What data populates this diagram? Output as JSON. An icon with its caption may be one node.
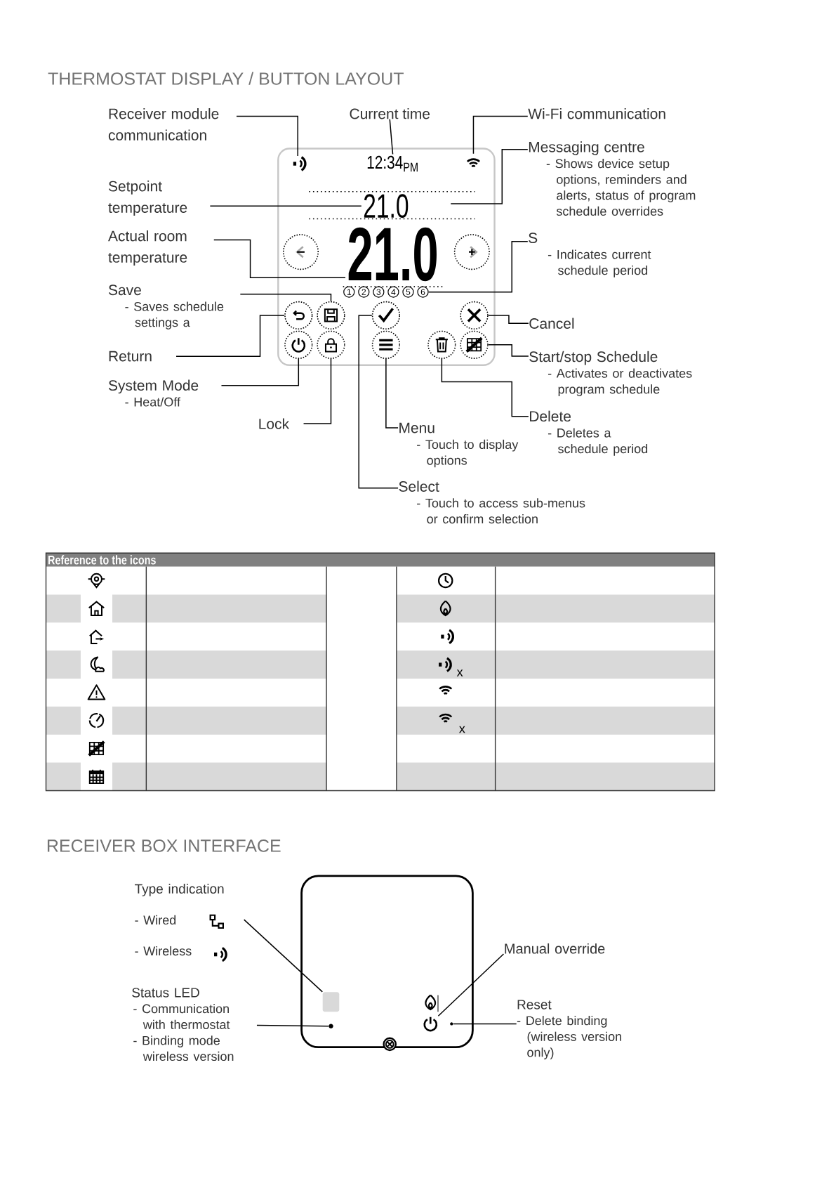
{
  "diagram": {
    "title": "THERMOSTAT DISPLAY / BUTTON LAYOUT",
    "nodes": [
      {
        "text": [
          "Receiver module communication"
        ]
      },
      {
        "text": [
          "Current time"
        ]
      },
      {
        "text": [
          "Wi-Fi communication"
        ]
      },
      {
        "text": [],
        "shape": "box"
      },
      {
        "text": [],
        "shape": "icon",
        "in": 3
      },
      {
        "text": [
          "12:34$_{PM}$"
        ],
        "in": 3
      },
      {
        "text": [],
        "shape": "icon",
        "in": 3
      },
      {
        "text": [
          "Messaging centre",
          "- Shows device setup options, reminders and alerts, status of program schedule overrides"
        ]
      },
      {
        "text": [
          "Setpoint temperature"
        ]
      },
      {
        "text": [
          "21.0"
        ],
        "in": 3
      },
      {
        "text": [
          "Actual room temperature"
        ]
      },
      {
        "text": [],
        "shape": "circle",
        "in": 3
      },
      {
        "text": [
          "21.0"
        ],
        "in": 3
      },
      {
        "text": [],
        "shape": "circle",
        "in": 3
      },
      {
        "text": [
          "S",
          "- Indicates current schedule period"
        ]
      },
      {
        "text": [
          "1"
        ],
        "in": 3
      },
      {
        "text": [
          "2"
        ],
        "in": 3
      },
      {
        "text": [
          "3"
        ],
        "in": 3
      },
      {
        "text": [
          "4"
        ],
        "in": 3
      },
      {
        "text": [
          "5"
        ],
        "in": 3
      },
      {
        "text": [
          "6"
        ],
        "in": 3
      },
      {
        "text": [
          "Save",
          "- Saves schedule settings a"
        ]
      },
      {
        "text": [],
        "shape": "circle",
        "in": 3
      },
      {
        "text": [],
        "shape": "circle",
        "in": 3
      },
      {
        "text": [],
        "shape": "circle",
        "in": 3
      },
      {
        "text": [],
        "shape": "circle",
        "in": 3
      },
      {
        "text": [
          "Cancel"
        ]
      },
      {
        "text": [
          "Return"
        ]
      },
      {
        "text": [],
        "shape": "circle",
        "in": 3
      },
      {
        "text": [],
        "shape": "circle",
        "in": 3
      },
      {
        "text": [],
        "shape": "circle",
        "in": 3
      },
      {
        "text": [],
        "shape": "circle",
        "in": 3
      },
      {
        "text": [],
        "shape": "circle",
        "in": 3
      },
      {
        "text": [
          "Start/stop Schedule",
          "- Activates or deactivates program schedule"
        ]
      },
      {
        "text": [
          "System Mode",
          "- Heat/Off"
        ]
      },
      {
        "text": [
          "Delete",
          "- Deletes a schedule period"
        ]
      },
      {
        "text": [
          "Lock"
        ]
      },
      {
        "text": [
          "Menu",
          "- Touch to display options"
        ]
      },
      {
        "text": [
          "Select",
          "- Touch to access sub-menus or confirm selection"
        ]
      },
      {
        "text": [
          "Type indication",
          "- Wired",
          "- Wireless"
        ]
      },
      {
        "text": [],
        "shape": "box"
      },
      {
        "text": [
          "Manual override"
        ]
      },
      {
        "text": [],
        "shape": "box",
        "in": 40
      },
      {
        "text": [
          "Status LED",
          "- Communication with thermostat",
          "- Binding mode wireless version"
        ]
      },
      {
        "text": [],
        "shape": "circle",
        "in": 40
      },
      {
        "text": [],
        "shape": "icon",
        "in": 40
      },
      {
        "text": [],
        "shape": "circle",
        "in": 40
      },
      {
        "text": [
          "Reset",
          "- Delete binding (wireless version only)"
        ]
      }
    ],
    "edges": [
      {
        "from": 0,
        "to": 4,
        "arrow": "none"
      },
      {
        "from": 1,
        "to": 5,
        "arrow": "none"
      },
      {
        "from": 2,
        "to": 6,
        "arrow": "none"
      },
      {
        "from": 7,
        "to": null,
        "arrow": "none"
      },
      {
        "from": 8,
        "to": 9,
        "arrow": "none"
      },
      {
        "from": 10,
        "to": 12,
        "arrow": "none"
      },
      {
        "from": 14,
        "to": 20,
        "arrow": "none"
      },
      {
        "from": 21,
        "to": 23,
        "arrow": "none"
      },
      {
        "from": 27,
        "to": 22,
        "arrow": "none"
      },
      {
        "from": 34,
        "to": 28,
        "arrow": "none"
      },
      {
        "from": 36,
        "to": 29,
        "arrow": "none"
      },
      {
        "from": 37,
        "to": 30,
        "arrow": "none"
      },
      {
        "from": 38,
        "to": 24,
        "arrow": "none"
      },
      {
        "from": 35,
        "to": 31,
        "arrow": "none"
      },
      {
        "from": 33,
        "to": 32,
        "arrow": "none"
      },
      {
        "from": 26,
        "to": 25,
        "arrow": "none"
      },
      {
        "from": 39,
        "to": 42,
        "arrow": "none"
      },
      {
        "from": 43,
        "to": 44,
        "arrow": "none"
      },
      {
        "from": 41,
        "to": 45,
        "arrow": "none"
      },
      {
        "from": 47,
        "to": 46,
        "arrow": "none"
      }
    ],
    "labels": [
      "Reference to the icons",
      "x",
      "x",
      "RECEIVER BOX INTERFACE"
    ]
  }
}
